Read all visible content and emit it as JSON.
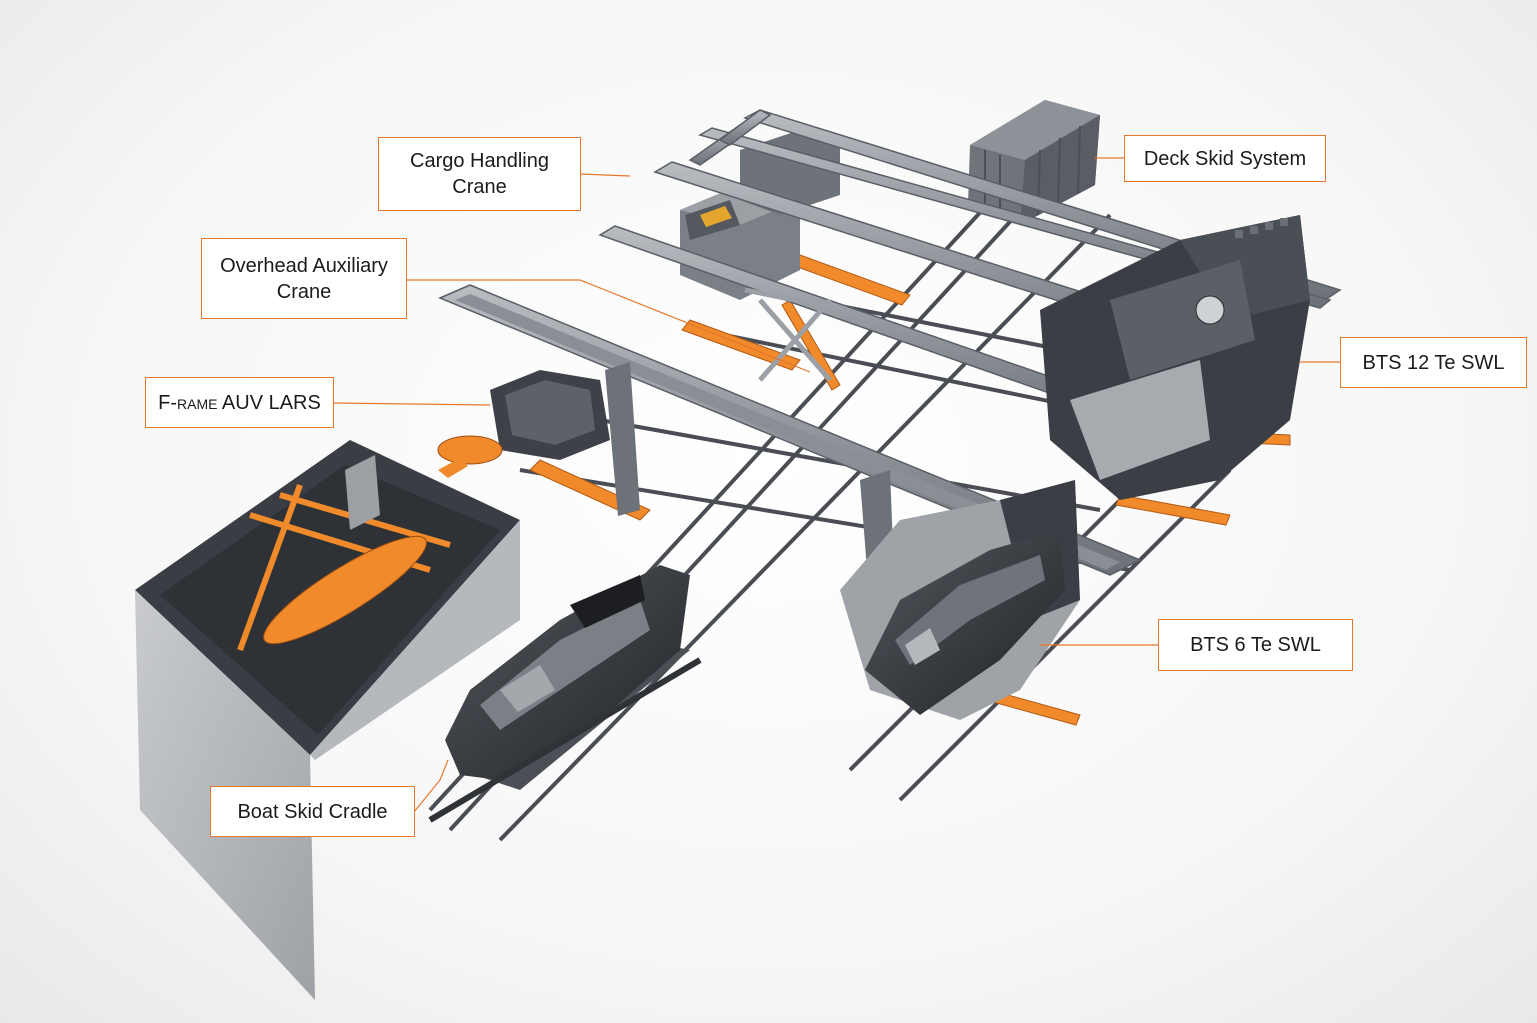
{
  "labels": {
    "cargo_crane_line1": "Cargo Handling",
    "cargo_crane_line2": "Crane",
    "overhead_crane_line1": "Overhead Auxiliary",
    "overhead_crane_line2": "Crane",
    "frame_lars": "F-rame AUV LARS",
    "boat_skid_cradle": "Boat Skid Cradle",
    "deck_skid_system": "Deck Skid System",
    "bts_12": "BTS 12 Te SWL",
    "bts_6": "BTS 6 Te SWL"
  },
  "colors": {
    "accent": "#e8772e",
    "orange_part": "#f08a2a",
    "steel": "#8a8f95",
    "steel_dark": "#3b3f45",
    "hull": "#2d3035"
  }
}
